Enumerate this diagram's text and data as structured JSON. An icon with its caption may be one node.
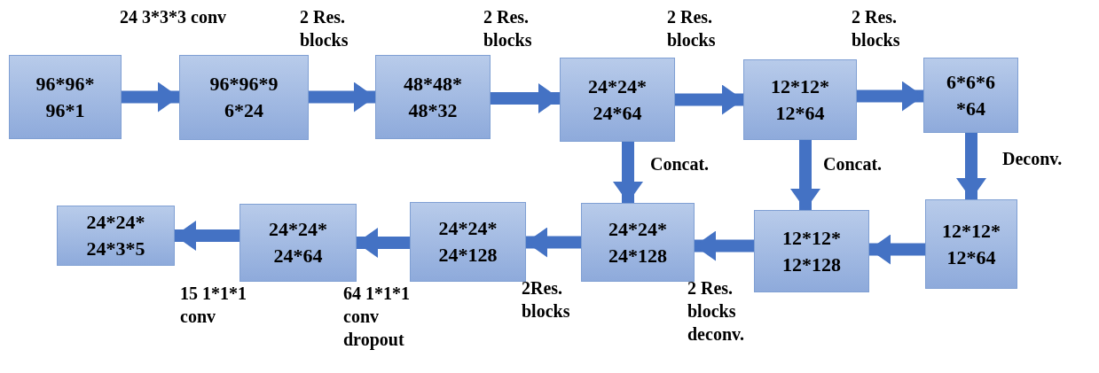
{
  "diagram": {
    "nodes": [
      {
        "text": [
          "96*96* 96*1"
        ]
      },
      {
        "text": [
          "96*96*9 6*24"
        ]
      },
      {
        "text": [
          "48*48* 48*32"
        ]
      },
      {
        "text": [
          "24*24* 24*64"
        ]
      },
      {
        "text": [
          "12*12* 12*64"
        ]
      },
      {
        "text": [
          "6*6*6 *64"
        ]
      },
      {
        "text": [
          "12*12* 12*64"
        ]
      },
      {
        "text": [
          "12*12* 12*128"
        ]
      },
      {
        "text": [
          "24*24* 24*128"
        ]
      },
      {
        "text": [
          "24*24* 24*128"
        ]
      },
      {
        "text": [
          "24*24* 24*64"
        ]
      },
      {
        "text": [
          "24*24* 24*3*5"
        ]
      }
    ],
    "edges": [
      {
        "from": 0,
        "to": 1,
        "arrow": "to",
        "label": "24 3*3*3 conv"
      },
      {
        "from": 1,
        "to": 2,
        "arrow": "to",
        "label": "2 Res. blocks"
      },
      {
        "from": 2,
        "to": 3,
        "arrow": "to",
        "label": "2 Res. blocks"
      },
      {
        "from": 3,
        "to": 4,
        "arrow": "to",
        "label": "2 Res. blocks"
      },
      {
        "from": 4,
        "to": 5,
        "arrow": "to",
        "label": "2 Res. blocks"
      },
      {
        "from": 5,
        "to": 6,
        "arrow": "to",
        "label": "Deconv."
      },
      {
        "from": 6,
        "to": 7,
        "arrow": "to"
      },
      {
        "from": 7,
        "to": 8,
        "arrow": "to",
        "label": "2 Res. blocks deconv."
      },
      {
        "from": 8,
        "to": 9,
        "arrow": "to",
        "label": "2Res. blocks"
      },
      {
        "from": 9,
        "to": 10,
        "arrow": "to",
        "label": "64 1*1*1 conv dropout"
      },
      {
        "from": 10,
        "to": 11,
        "arrow": "to",
        "label": "15 1*1*1 conv"
      },
      {
        "from": 3,
        "to": 8,
        "arrow": "to",
        "label": "Concat."
      },
      {
        "from": 4,
        "to": 7,
        "arrow": "to",
        "label": "Concat."
      }
    ]
  }
}
